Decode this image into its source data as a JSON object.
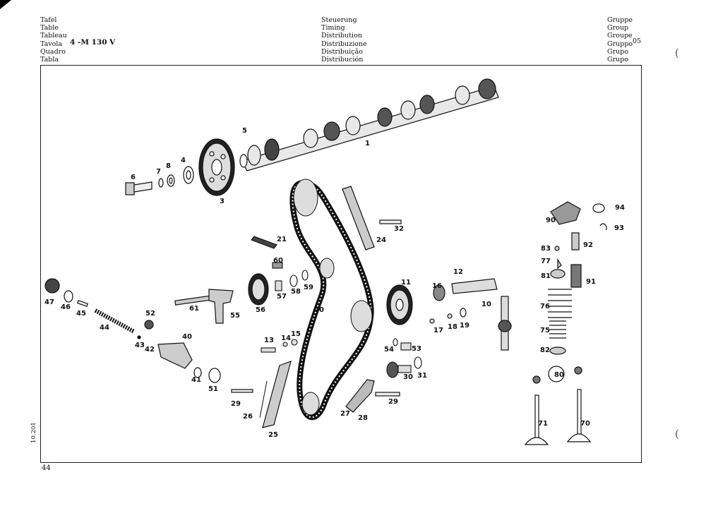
{
  "header": {
    "left_labels": [
      "Tafel",
      "Table",
      "Tableau",
      "Tavola",
      "Quadro",
      "Tabla"
    ],
    "model": "4 -M 130 V",
    "middle_labels": [
      "Steuerung",
      "Timing",
      "Distribution",
      "Distribuzione",
      "Distribuição",
      "Distribución"
    ],
    "right_labels": [
      "Gruppe",
      "Group",
      "Groupe",
      "Gruppo",
      "Grupo",
      "Grupo"
    ],
    "group_number": "05"
  },
  "footer": {
    "page_number": "44",
    "side_code": "10.201"
  },
  "margin_marks": [
    "(",
    "("
  ],
  "diagram": {
    "parts": [
      {
        "id": "p1",
        "label": "1"
      },
      {
        "id": "p3",
        "label": "3"
      },
      {
        "id": "p4",
        "label": "4"
      },
      {
        "id": "p5",
        "label": "5"
      },
      {
        "id": "p6",
        "label": "6"
      },
      {
        "id": "p7",
        "label": "7"
      },
      {
        "id": "p8",
        "label": "8"
      },
      {
        "id": "p10",
        "label": "10"
      },
      {
        "id": "p11",
        "label": "11"
      },
      {
        "id": "p12",
        "label": "12"
      },
      {
        "id": "p13",
        "label": "13"
      },
      {
        "id": "p14",
        "label": "14"
      },
      {
        "id": "p15",
        "label": "15"
      },
      {
        "id": "p16",
        "label": "16"
      },
      {
        "id": "p17",
        "label": "17"
      },
      {
        "id": "p18",
        "label": "18"
      },
      {
        "id": "p19",
        "label": "19"
      },
      {
        "id": "p20",
        "label": "20"
      },
      {
        "id": "p21",
        "label": "21"
      },
      {
        "id": "p24",
        "label": "24"
      },
      {
        "id": "p25",
        "label": "25"
      },
      {
        "id": "p26",
        "label": "26"
      },
      {
        "id": "p27",
        "label": "27"
      },
      {
        "id": "p28",
        "label": "28"
      },
      {
        "id": "p29a",
        "label": "29"
      },
      {
        "id": "p29b",
        "label": "29"
      },
      {
        "id": "p30",
        "label": "30"
      },
      {
        "id": "p31",
        "label": "31"
      },
      {
        "id": "p32",
        "label": "32"
      },
      {
        "id": "p40",
        "label": "40"
      },
      {
        "id": "p41",
        "label": "41"
      },
      {
        "id": "p42",
        "label": "42"
      },
      {
        "id": "p43",
        "label": "43"
      },
      {
        "id": "p44",
        "label": "44"
      },
      {
        "id": "p45",
        "label": "45"
      },
      {
        "id": "p46",
        "label": "46"
      },
      {
        "id": "p47",
        "label": "47"
      },
      {
        "id": "p51",
        "label": "51"
      },
      {
        "id": "p52",
        "label": "52"
      },
      {
        "id": "p53",
        "label": "53"
      },
      {
        "id": "p54",
        "label": "54"
      },
      {
        "id": "p55",
        "label": "55"
      },
      {
        "id": "p56",
        "label": "56"
      },
      {
        "id": "p57",
        "label": "57"
      },
      {
        "id": "p58",
        "label": "58"
      },
      {
        "id": "p59",
        "label": "59"
      },
      {
        "id": "p60",
        "label": "60"
      },
      {
        "id": "p61",
        "label": "61"
      },
      {
        "id": "p70",
        "label": "70"
      },
      {
        "id": "p71",
        "label": "71"
      },
      {
        "id": "p75",
        "label": "75"
      },
      {
        "id": "p76",
        "label": "76"
      },
      {
        "id": "p77",
        "label": "77"
      },
      {
        "id": "p80",
        "label": "80"
      },
      {
        "id": "p81",
        "label": "81"
      },
      {
        "id": "p82",
        "label": "82"
      },
      {
        "id": "p83",
        "label": "83"
      },
      {
        "id": "p90",
        "label": "90"
      },
      {
        "id": "p91",
        "label": "91"
      },
      {
        "id": "p92",
        "label": "92"
      },
      {
        "id": "p93",
        "label": "93"
      },
      {
        "id": "p94",
        "label": "94"
      }
    ]
  }
}
